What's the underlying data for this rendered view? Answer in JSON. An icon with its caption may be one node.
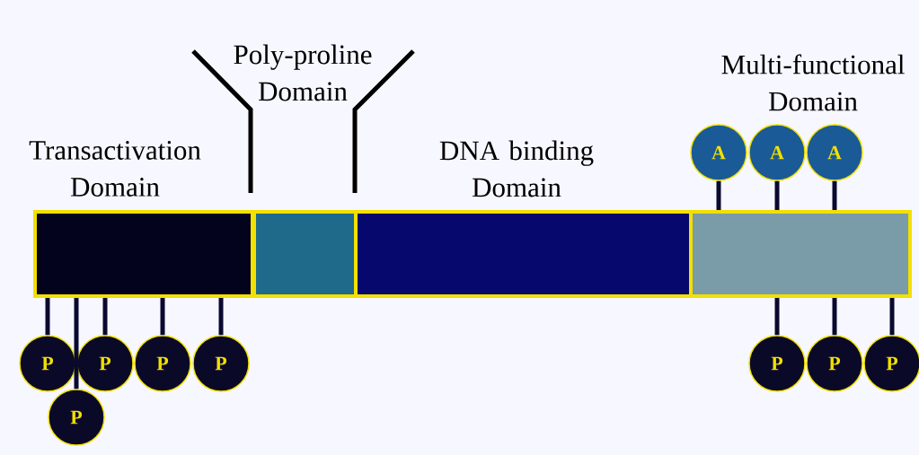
{
  "diagram": {
    "nodes": [
      {
        "text": [
          "Transactivation Domain"
        ]
      },
      {
        "text": [
          "Poly-proline Domain"
        ]
      },
      {
        "text": [
          "DNA binding Domain"
        ]
      },
      {
        "text": [],
        "shape": "box"
      },
      {
        "text": [
          "P"
        ]
      },
      {
        "text": [
          "P"
        ]
      },
      {
        "text": [
          "P"
        ]
      },
      {
        "text": [
          "P"
        ]
      },
      {
        "text": [
          "P"
        ]
      },
      {
        "text": [
          "A"
        ]
      },
      {
        "text": [
          "A"
        ]
      },
      {
        "text": [
          "A"
        ]
      },
      {
        "text": [
          "P"
        ]
      },
      {
        "text": [
          "P"
        ]
      },
      {
        "text": [
          "P"
        ]
      }
    ],
    "edges": [
      {
        "from": 0,
        "to": 4,
        "arrow": "none"
      },
      {
        "from": 0,
        "to": 5,
        "arrow": "none"
      },
      {
        "from": 0,
        "to": 6,
        "arrow": "none"
      },
      {
        "from": 0,
        "to": 7,
        "arrow": "none"
      },
      {
        "from": 0,
        "to": 8,
        "arrow": "none"
      },
      {
        "from": 3,
        "to": 9,
        "arrow": "none"
      },
      {
        "from": 3,
        "to": 10,
        "arrow": "none"
      },
      {
        "from": 3,
        "to": 11,
        "arrow": "none"
      },
      {
        "from": 3,
        "to": 12,
        "arrow": "none"
      },
      {
        "from": 3,
        "to": 13,
        "arrow": "none"
      },
      {
        "from": 3,
        "to": 14,
        "arrow": "none"
      }
    ],
    "labels": [
      "Multi-functional Domain"
    ]
  }
}
